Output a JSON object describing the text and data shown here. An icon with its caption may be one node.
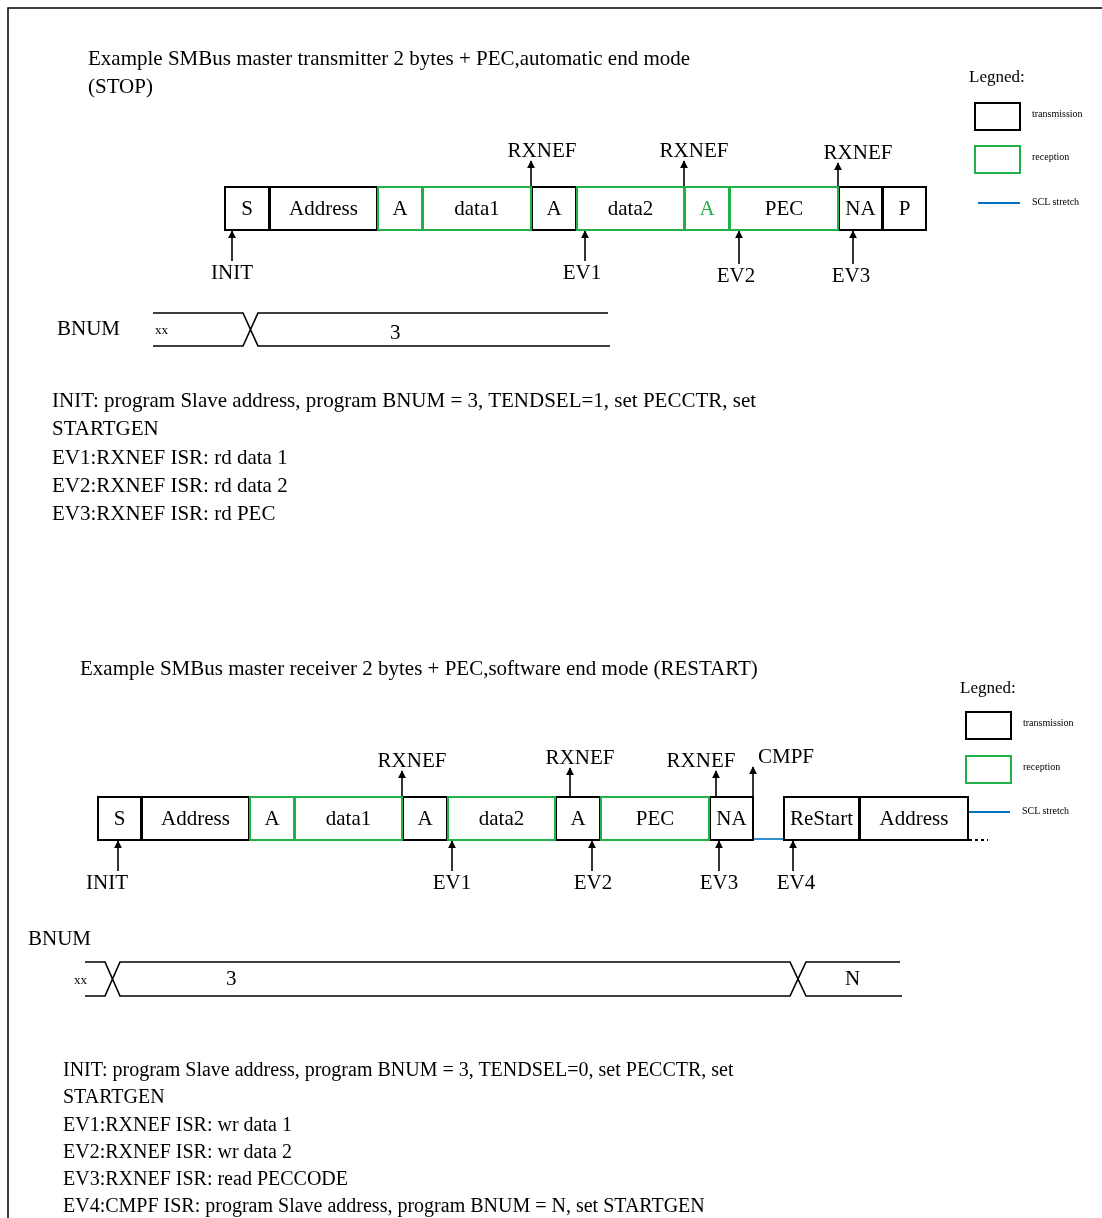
{
  "diagram": {
    "nodes": [
      {
        "text": [
          "S"
        ]
      },
      {
        "text": [
          "Address"
        ]
      },
      {
        "text": [
          "A"
        ]
      },
      {
        "text": [
          "data1"
        ]
      },
      {
        "text": [
          "A"
        ]
      },
      {
        "text": [
          "data2"
        ]
      },
      {
        "text": [
          "A"
        ]
      },
      {
        "text": [
          "PEC"
        ]
      },
      {
        "text": [
          "NA"
        ]
      },
      {
        "text": [
          "P"
        ]
      },
      {
        "text": [
          "RXNEF"
        ]
      },
      {
        "text": [
          "RXNEF"
        ]
      },
      {
        "text": [
          "RXNEF"
        ]
      },
      {
        "text": [
          "INIT"
        ]
      },
      {
        "text": [
          "EV1"
        ]
      },
      {
        "text": [
          "EV2"
        ]
      },
      {
        "text": [
          "EV3"
        ]
      },
      {
        "text": [
          "S"
        ]
      },
      {
        "text": [
          "Address"
        ]
      },
      {
        "text": [
          "A"
        ]
      },
      {
        "text": [
          "data1"
        ]
      },
      {
        "text": [
          "A"
        ]
      },
      {
        "text": [
          "data2"
        ]
      },
      {
        "text": [
          "A"
        ]
      },
      {
        "text": [
          "PEC"
        ]
      },
      {
        "text": [
          "NA"
        ]
      },
      {
        "text": [
          "ReStart"
        ]
      },
      {
        "text": [
          "Address"
        ]
      },
      {
        "text": [
          "RXNEF"
        ]
      },
      {
        "text": [
          "RXNEF"
        ]
      },
      {
        "text": [
          "RXNEF"
        ]
      },
      {
        "text": [
          "CMPF"
        ]
      },
      {
        "text": [
          "INIT"
        ]
      },
      {
        "text": [
          "EV1"
        ]
      },
      {
        "text": [
          "EV2"
        ]
      },
      {
        "text": [
          "EV3"
        ]
      },
      {
        "text": [
          "EV4"
        ]
      }
    ],
    "edges": [
      {
        "from": 3,
        "to": 10,
        "arrow": "to"
      },
      {
        "from": 5,
        "to": 11,
        "arrow": "to"
      },
      {
        "from": 7,
        "to": 12,
        "arrow": "to"
      },
      {
        "from": 13,
        "to": 0,
        "arrow": "to"
      },
      {
        "from": 14,
        "to": 5,
        "arrow": "to"
      },
      {
        "from": 15,
        "to": 7,
        "arrow": "to"
      },
      {
        "from": 16,
        "to": 8,
        "arrow": "to"
      },
      {
        "from": 20,
        "to": 28,
        "arrow": "to"
      },
      {
        "from": 23,
        "to": 29,
        "arrow": "to"
      },
      {
        "from": 25,
        "to": 30,
        "arrow": "to"
      },
      {
        "from": 25,
        "to": 31,
        "arrow": "to"
      },
      {
        "from": 32,
        "to": 17,
        "arrow": "to"
      },
      {
        "from": 33,
        "to": 22,
        "arrow": "to"
      },
      {
        "from": 34,
        "to": 23,
        "arrow": "to"
      },
      {
        "from": 35,
        "to": 25,
        "arrow": "to"
      },
      {
        "from": 36,
        "to": 26,
        "arrow": "to"
      },
      {
        "from": 25,
        "to": 26,
        "arrow": "none",
        "color": "#0070c0"
      }
    ],
    "labels": [
      "Example SMBus master transmitter 2 bytes + PEC,automatic end mode (STOP)",
      "Legned:",
      "BNUM",
      "xx",
      "3",
      "INIT: program Slave address, program BNUM = 3, TENDSEL=1, set PECCTR, set STARTGEN",
      "EV1:RXNEF ISR: rd data 1",
      "EV2:RXNEF ISR: rd data 2",
      "EV3:RXNEF ISR: rd PEC",
      "Example SMBus master receiver 2 bytes + PEC,software end mode (RESTART)",
      "Legned:",
      "BNUM",
      "xx",
      "3",
      "N",
      "INIT: program Slave address, program BNUM = 3, TENDSEL=0,  set PECCTR, set STARTGEN",
      "EV1:RXNEF ISR: wr data 1",
      "EV2:RXNEF ISR: wr data 2",
      "EV3:RXNEF ISR: read PECCODE",
      "EV4:CMPF  ISR: program Slave address, program BNUM = N, set STARTGEN"
    ],
    "legend": [
      {
        "text": "transmission"
      },
      {
        "text": "reception"
      },
      {
        "text": "SCL stretch"
      },
      {
        "text": "transmission"
      },
      {
        "text": "reception"
      },
      {
        "text": "SCL stretch"
      }
    ]
  }
}
